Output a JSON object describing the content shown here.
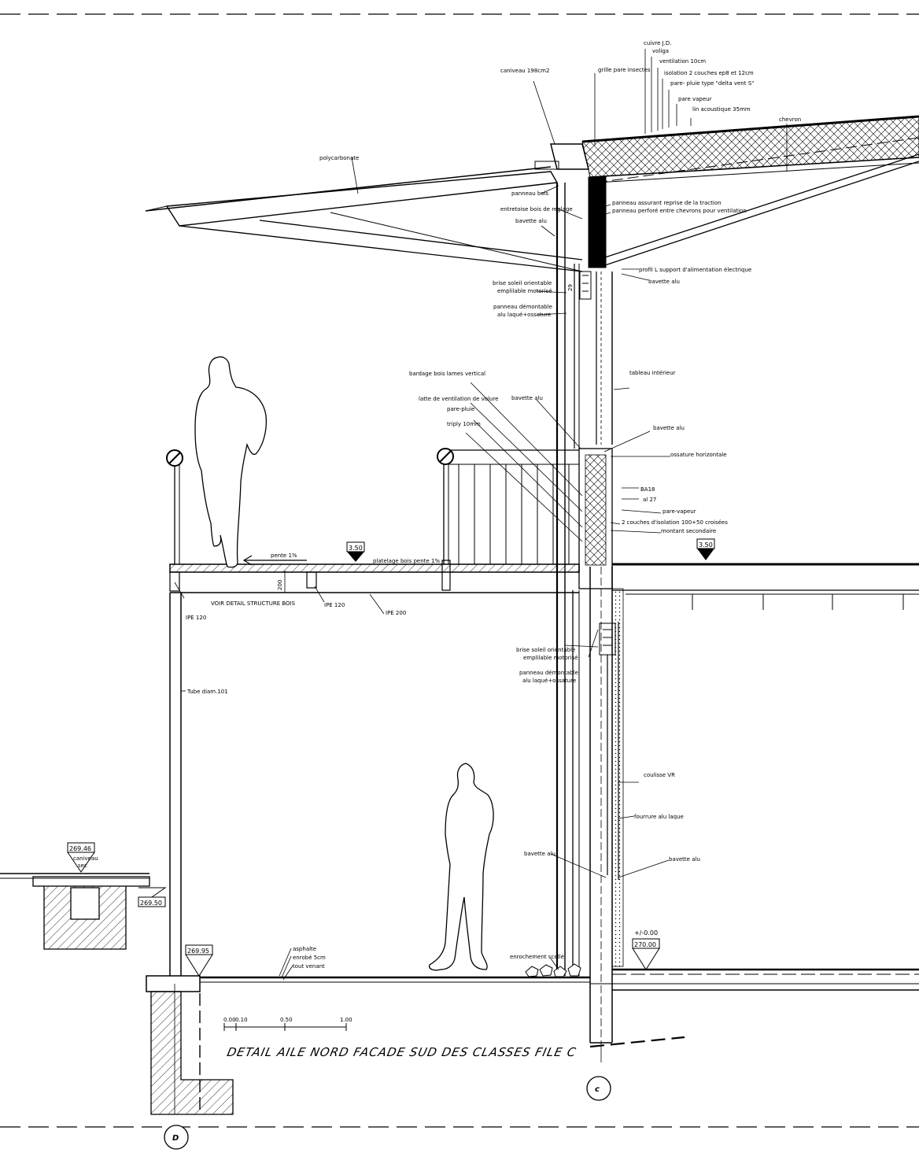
{
  "title": "DETAIL AILE NORD  FACADE SUD DES CLASSES FILE C",
  "axes": [
    "c",
    "D"
  ],
  "scale": [
    "0.00",
    "0.10",
    "0.50",
    "1.00"
  ],
  "levels": {
    "terrace_left": "3.50",
    "terrace_right": "3.50",
    "floor_ext": "269.95",
    "ground_left": "269.46",
    "gutter_note": "caniveau\nsec",
    "wall_base": "269.50",
    "interior_pm": "+/-0.00",
    "interior": "270.00"
  },
  "labels": {
    "cuivre": "cuivre J.D.",
    "voliga": "voliga",
    "ventilation": "ventilation 10cm",
    "isolation": "isolation 2 couches ep8 et 12cm",
    "pare_pluie_roof": "pare- pluie type \"delta vent S\"",
    "pare_vapeur_roof": "pare vapeur",
    "lin_acoustique": "lin acoustique 35mm",
    "chevron": "chevron",
    "caniveau": "caniveau 198cm2",
    "grille": "grille pare insectes",
    "polycarbonate": "polycarbonate",
    "panneau_bois": "panneau bois",
    "entretoise": "entretoise bois de reglage",
    "bavette_alu_1": "bavette alu",
    "panneau_assurant": "panneau assurant reprise de la traction",
    "panneau_perfore": "panneau perforé entre chevrons pour ventilation",
    "profil_l": "profil L support d'alimentation électrique",
    "bavette_alu_2": "bavette alu",
    "brise_soleil_1": "brise soleil orientable\nemplilable motorisé",
    "panneau_demontable_1": "panneau démontable\nalu laqué+ossature",
    "tableau": "tableau intérieur",
    "bardage": "bardage bois lames vertical",
    "latte": "latte de ventilation de volure",
    "pare_pluie_wall": "pare-pluie",
    "triply": "triply 10mm",
    "bavette_alu_3": "bavette alu",
    "bavette_alu_4": "bavette alu",
    "ossature": "ossature horizontale",
    "ba18": "BA18",
    "al27": "al 27",
    "pare_vapeur_wall": "pare-vapeur",
    "couches": "2 couches d'isolation 100+50 croisées",
    "montant": "montant secondaire",
    "pente": "pente 1%",
    "platelage": "platelage bois pente 1%",
    "dim_200": "200",
    "dim_29": "29",
    "voir_detail": "VOIR DETAIL STRUCTURE BOIS",
    "ipe_120_a": "IPE 120",
    "ipe_120_b": "IPE 120",
    "ipe_200": "IPE 200",
    "brise_soleil_2": "brise soleil orientable\nemplilable motorisé",
    "panneau_demontable_2": "panneau démontable\nalu laqué+ossature",
    "tube": "Tube diam.101",
    "coulisse": "coulisse VR",
    "fourrure": "fourrure alu laque",
    "bavette_alu_5": "bavette alu",
    "bavette_alu_6": "bavette alu",
    "asphalte": "asphalte",
    "enrobe": "enrobé 5cm",
    "tout_venant": "tout venant",
    "enrochement": "enrochement scellé"
  }
}
